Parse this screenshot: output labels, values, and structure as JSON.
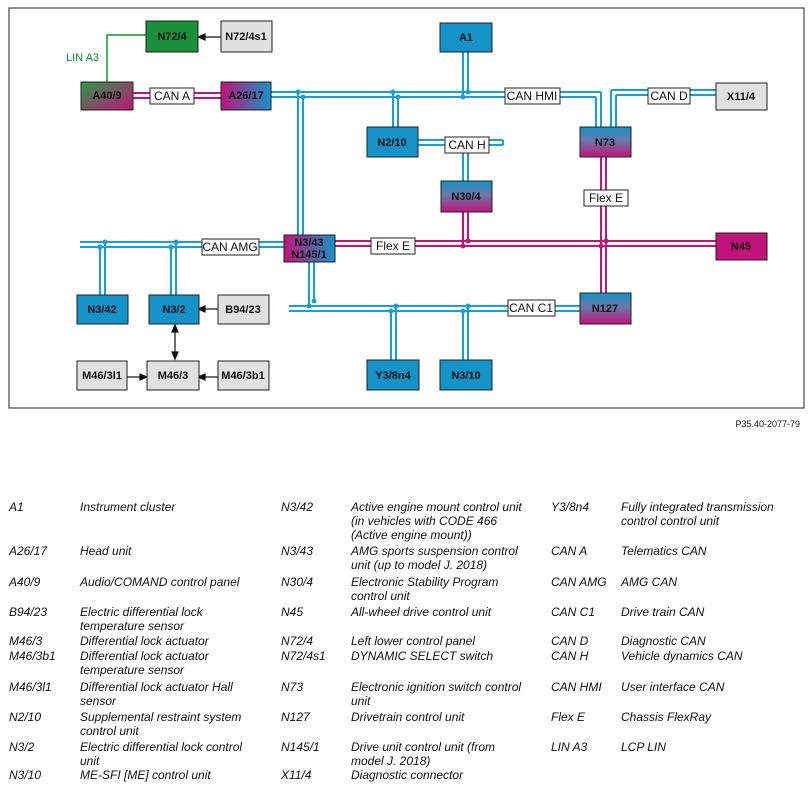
{
  "diagram": {
    "reference": "P35.40-2077-79",
    "nodes": {
      "N72_4": "N72/4",
      "N72_4s1": "N72/4s1",
      "A40_9": "A40/9",
      "A26_17": "A26/17",
      "A1": "A1",
      "X11_4": "X11/4",
      "N2_10": "N2/10",
      "N73": "N73",
      "N30_4": "N30/4",
      "N3_43": "N3/43",
      "N145_1": "N145/1",
      "N45": "N45",
      "N3_42": "N3/42",
      "N3_2": "N3/2",
      "B94_23": "B94/23",
      "N127": "N127",
      "M46_3l1": "M46/3l1",
      "M46_3": "M46/3",
      "M46_3b1": "M46/3b1",
      "Y3_8n4": "Y3/8n4",
      "N3_10": "N3/10"
    },
    "buses": {
      "lin_a3": "LIN A3",
      "can_a": "CAN A",
      "can_hmi": "CAN HMI",
      "can_d": "CAN D",
      "can_h": "CAN H",
      "flex_e_1": "Flex E",
      "flex_e_2": "Flex E",
      "can_amg": "CAN AMG",
      "can_c1": "CAN C1"
    },
    "colors": {
      "can": "#1aa0cf",
      "flexray": "#c2137a",
      "lin": "#1a8f3c",
      "ecu": "#1493c8",
      "gray": "#e0e0e0"
    }
  },
  "legend": {
    "col1": [
      {
        "code": "A1",
        "desc": "Instrument cluster"
      },
      {
        "code": "A26/17",
        "desc": "Head unit"
      },
      {
        "code": "A40/9",
        "desc": "Audio/COMAND control panel"
      },
      {
        "code": "B94/23",
        "desc": "Electric differential lock\ntemperature sensor"
      },
      {
        "code": "M46/3",
        "desc": "Differential lock actuator"
      },
      {
        "code": "M46/3b1",
        "desc": "Differential lock actuator\ntemperature sensor"
      },
      {
        "code": "M46/3l1",
        "desc": "Differential lock actuator Hall\nsensor"
      },
      {
        "code": "N2/10",
        "desc": "Supplemental restraint system\ncontrol unit"
      },
      {
        "code": "N3/2",
        "desc": "Electric differential lock control\nunit"
      },
      {
        "code": "N3/10",
        "desc": "ME-SFI [ME] control unit"
      }
    ],
    "col2": [
      {
        "code": "N3/42",
        "desc": "Active engine mount control unit\n(in vehicles with CODE 466\n(Active engine mount))"
      },
      {
        "code": "N3/43",
        "desc": "AMG sports suspension control\nunit (up to model J. 2018)"
      },
      {
        "code": "N30/4",
        "desc": "Electronic Stability Program\ncontrol unit"
      },
      {
        "code": "N45",
        "desc": "All-wheel drive control unit"
      },
      {
        "code": "N72/4",
        "desc": "Left lower control panel"
      },
      {
        "code": "N72/4s1",
        "desc": "DYNAMIC SELECT switch"
      },
      {
        "code": "N73",
        "desc": "Electronic ignition switch control\nunit"
      },
      {
        "code": "N127",
        "desc": "Drivetrain control unit"
      },
      {
        "code": "N145/1",
        "desc": "Drive unit control unit (from\nmodel J. 2018)"
      },
      {
        "code": "X11/4",
        "desc": "Diagnostic connector"
      }
    ],
    "col3": [
      {
        "code": "Y3/8n4",
        "desc": "Fully integrated transmission\ncontrol control unit"
      },
      {
        "code": "CAN A",
        "desc": "Telematics CAN"
      },
      {
        "code": "CAN AMG",
        "desc": "AMG CAN"
      },
      {
        "code": "CAN C1",
        "desc": "Drive train CAN"
      },
      {
        "code": "CAN D",
        "desc": "Diagnostic CAN"
      },
      {
        "code": "CAN H",
        "desc": "Vehicle dynamics CAN"
      },
      {
        "code": "CAN HMI",
        "desc": "User interface CAN"
      },
      {
        "code": "Flex E",
        "desc": "Chassis FlexRay"
      },
      {
        "code": "LIN A3",
        "desc": "LCP LIN"
      }
    ]
  }
}
